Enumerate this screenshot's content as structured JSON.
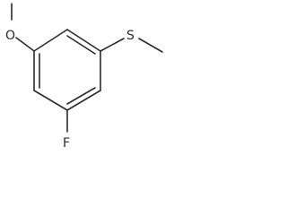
{
  "molecule": {
    "atoms": {
      "oxygen": "O",
      "sulfur": "S",
      "fluorine": "F"
    },
    "bond_color": "#2b2b2b"
  }
}
